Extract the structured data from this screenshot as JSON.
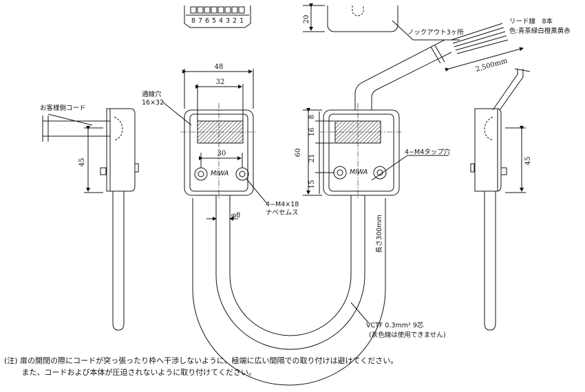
{
  "labels": {
    "lead_wires": "リード線　8本",
    "lead_colors": "色:青茶緑白橙黒黄赤",
    "knockout": "ノックアウト3ヶ所",
    "wiring_hole": "通線穴",
    "wiring_hole_size": "16×32",
    "customer_cord": "お客様側コード",
    "tap_holes": "4−M4タップ穴",
    "screw": "4−M4×18",
    "screw_type": "ナベセムス",
    "length_300": "長さ300mm",
    "cable_spec": "VCTF 0.3mm² 9芯",
    "cable_note": "(灰色線は使用できません)",
    "cable_length": "2,500mm",
    "logo": "MIWA"
  },
  "dims": {
    "d20": "20",
    "d48": "48",
    "d32": "32",
    "d30": "30",
    "d60": "60",
    "d8": "8",
    "d16": "16",
    "d21": "21",
    "d15": "15",
    "d45_left": "45",
    "d45_right": "45",
    "phi8": "φ8"
  },
  "terminals": [
    "8",
    "7",
    "6",
    "5",
    "4",
    "3",
    "2",
    "1"
  ],
  "notes": {
    "line1": "(注) 扉の開閉の際にコードが突っ張ったり枠へ干渉しないように、極端に広い間隔での取り付けは避けてください。",
    "line2": "　　 また、コードおよび本体が圧迫されないように取り付けてください。"
  }
}
